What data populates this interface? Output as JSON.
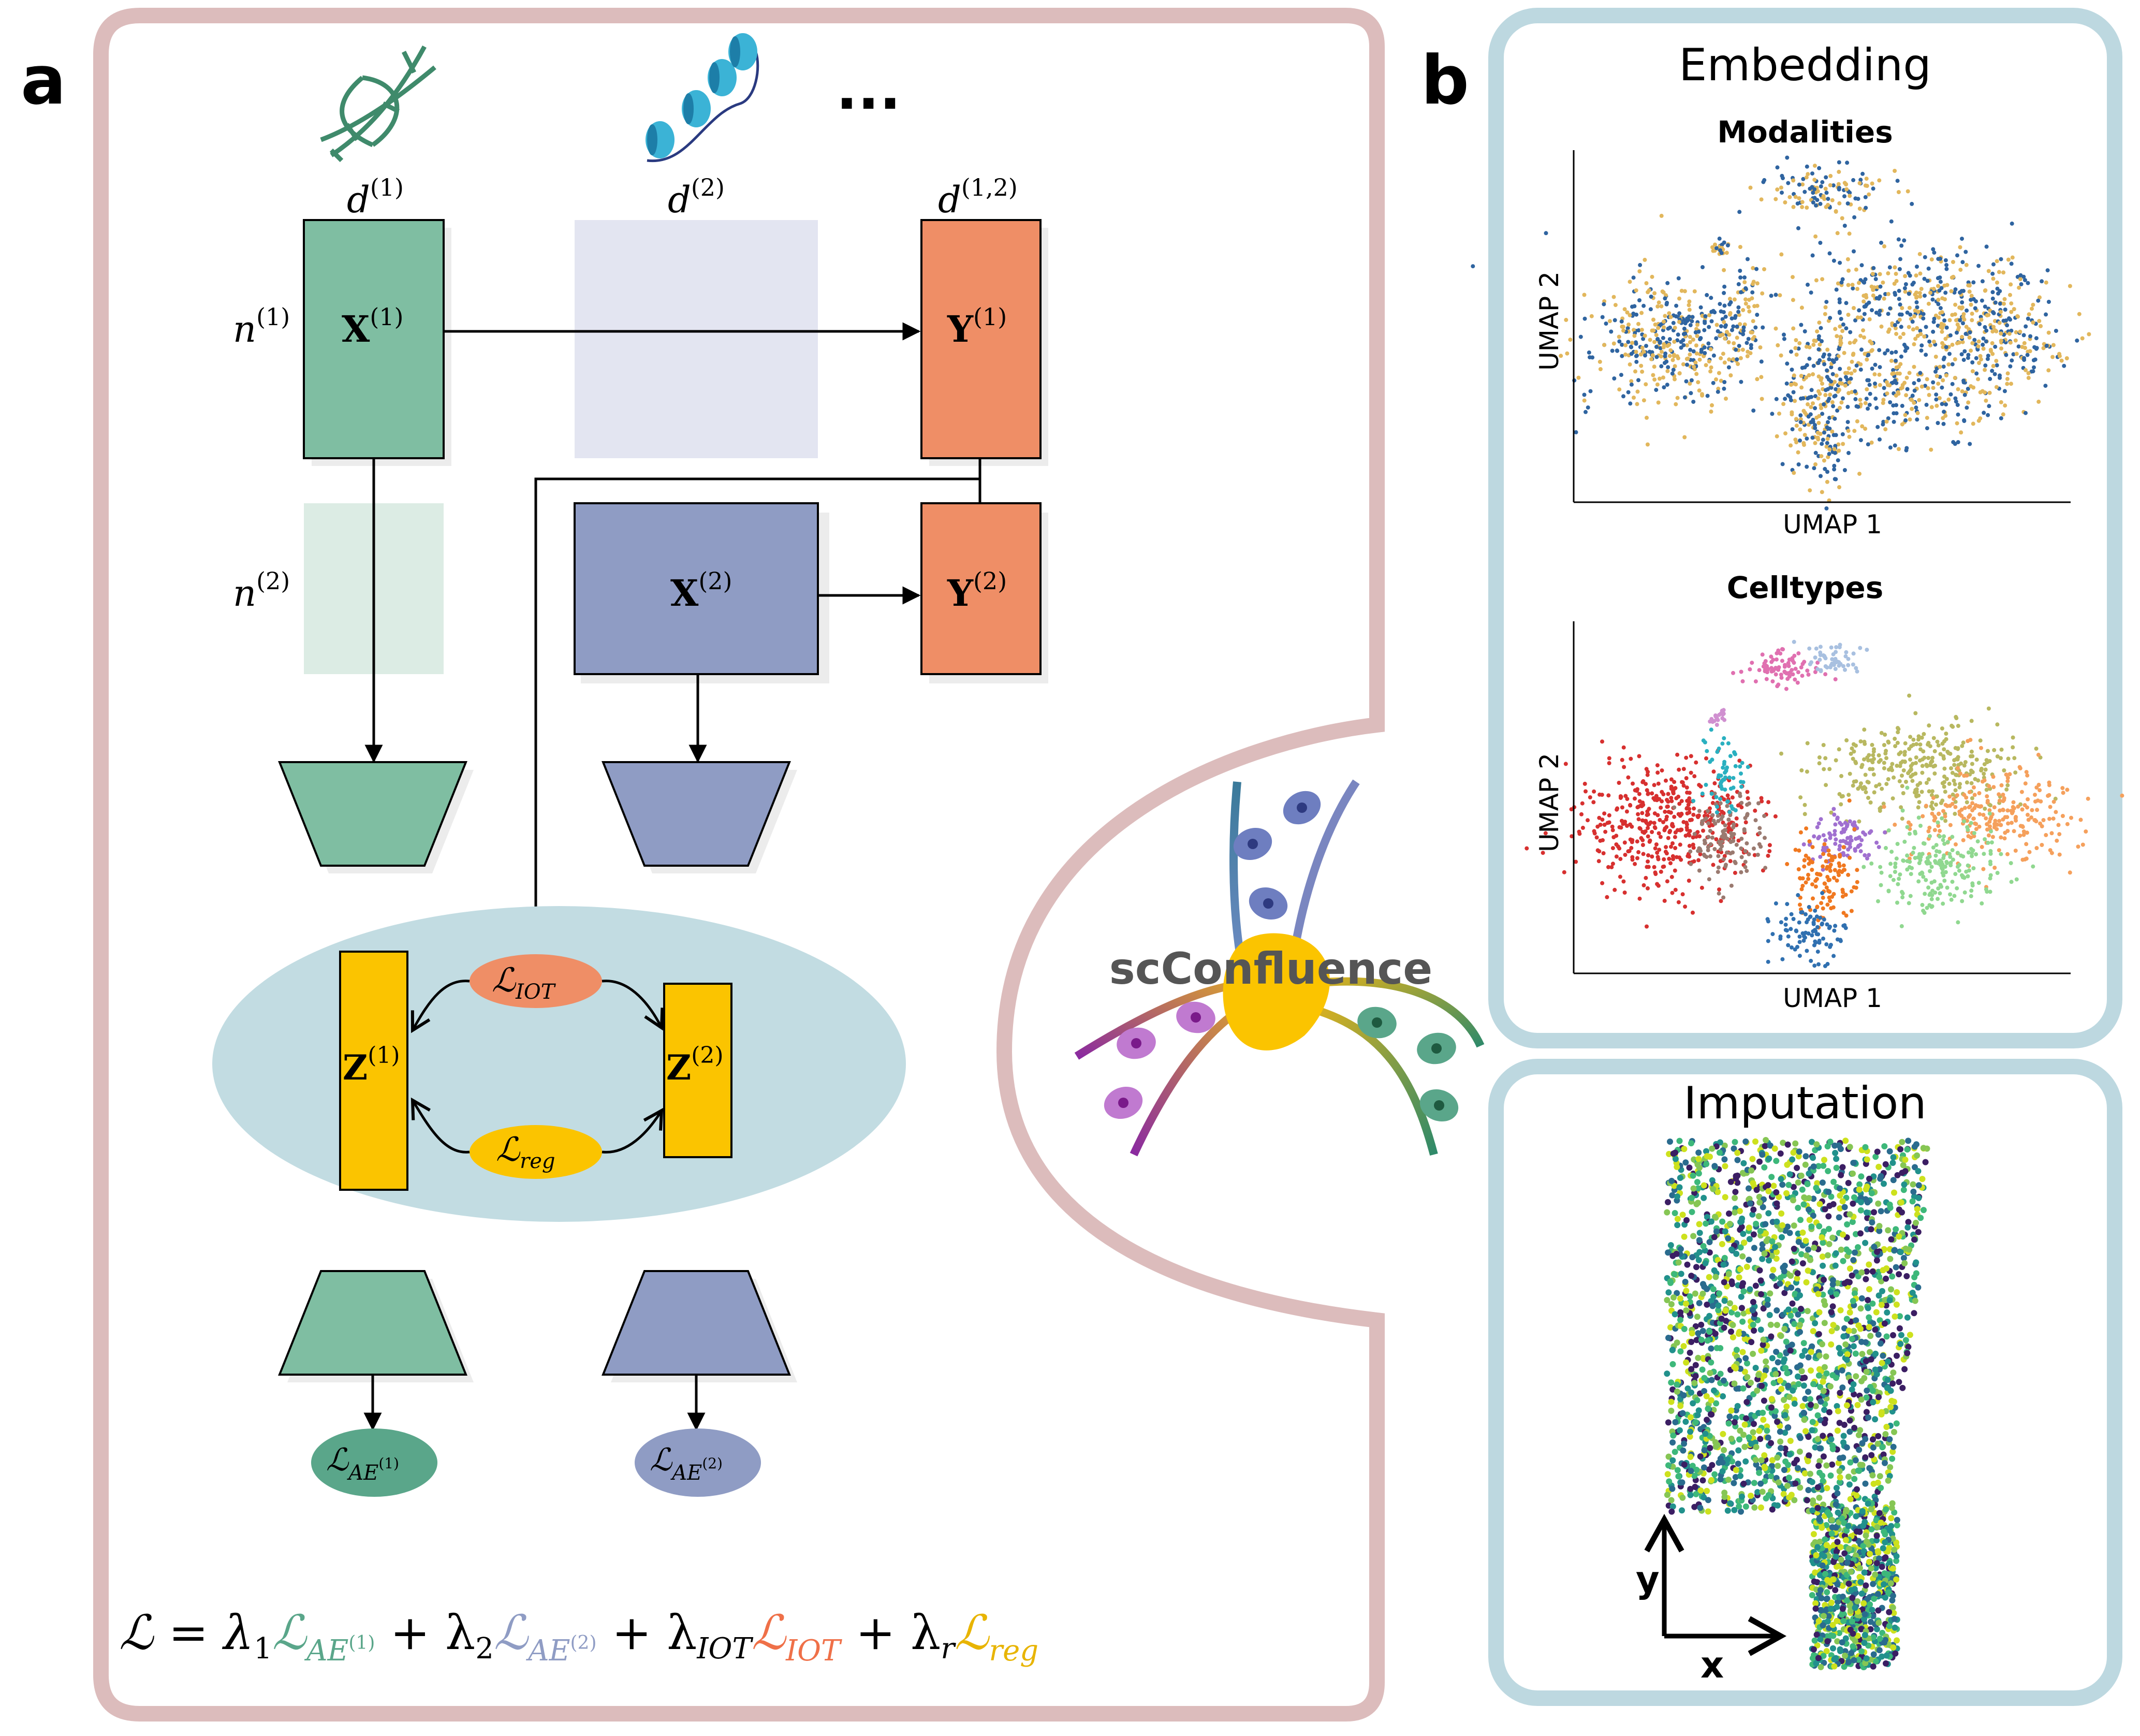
{
  "colors": {
    "panel_a_border": "#dcbcbc",
    "panel_b_border": "#bdd8e0",
    "green": "#7fbea2",
    "green_dark": "#3f8a6b",
    "green_light": "#dcece4",
    "purple": "#8f9cc4",
    "purple_light": "#e3e5f1",
    "orange": "#ef8e66",
    "yellow": "#fbc400",
    "oval": "#c2dce2",
    "mod_blue": "#2f64a0",
    "mod_gold": "#e2b75c"
  },
  "panel_a": {
    "label": "a",
    "ellipsis": "...",
    "dim_d1": "d",
    "dim_d1_sup": "(1)",
    "dim_d2": "d",
    "dim_d2_sup": "(2)",
    "dim_d12": "d",
    "dim_d12_sup": "(1,2)",
    "dim_n1": "n",
    "dim_n1_sup": "(1)",
    "dim_n2": "n",
    "dim_n2_sup": "(2)",
    "x1": "X",
    "x1_sup": "(1)",
    "x2": "X",
    "x2_sup": "(2)",
    "y1": "Y",
    "y1_sup": "(1)",
    "y2": "Y",
    "y2_sup": "(2)",
    "z1": "Z",
    "z1_sup": "(1)",
    "z2": "Z",
    "z2_sup": "(2)",
    "loss_iot": "ℒ",
    "loss_iot_sub": "IOT",
    "loss_reg": "ℒ",
    "loss_reg_sub": "reg",
    "loss_ae1": "ℒ",
    "loss_ae1_sub": "AE",
    "loss_ae1_sup": "(1)",
    "loss_ae2": "ℒ",
    "loss_ae2_sub": "AE",
    "loss_ae2_sup": "(2)",
    "formula": {
      "lhs": "ℒ = λ",
      "s1": "1",
      "l1": "ℒ",
      "l1_sub": "AE",
      "l1_sup": "(1)",
      "plus1": " + λ",
      "s2": "2",
      "l2": "ℒ",
      "l2_sub": "AE",
      "l2_sup": "(2)",
      "plus2": " + λ",
      "s3": "IOT",
      "l3": "ℒ",
      "l3_sub": "IOT",
      "plus3": " + λ",
      "s4": "r",
      "l4": "ℒ",
      "l4_sub": "reg"
    }
  },
  "center": {
    "logo_text": "scConfluence"
  },
  "panel_b": {
    "label": "b",
    "embedding_title": "Embedding",
    "modalities_title": "Modalities",
    "celltypes_title": "Celltypes",
    "umap_x": "UMAP 1",
    "umap_y": "UMAP 2",
    "imputation_title": "Imputation",
    "axis_x": "x",
    "axis_y": "y"
  }
}
